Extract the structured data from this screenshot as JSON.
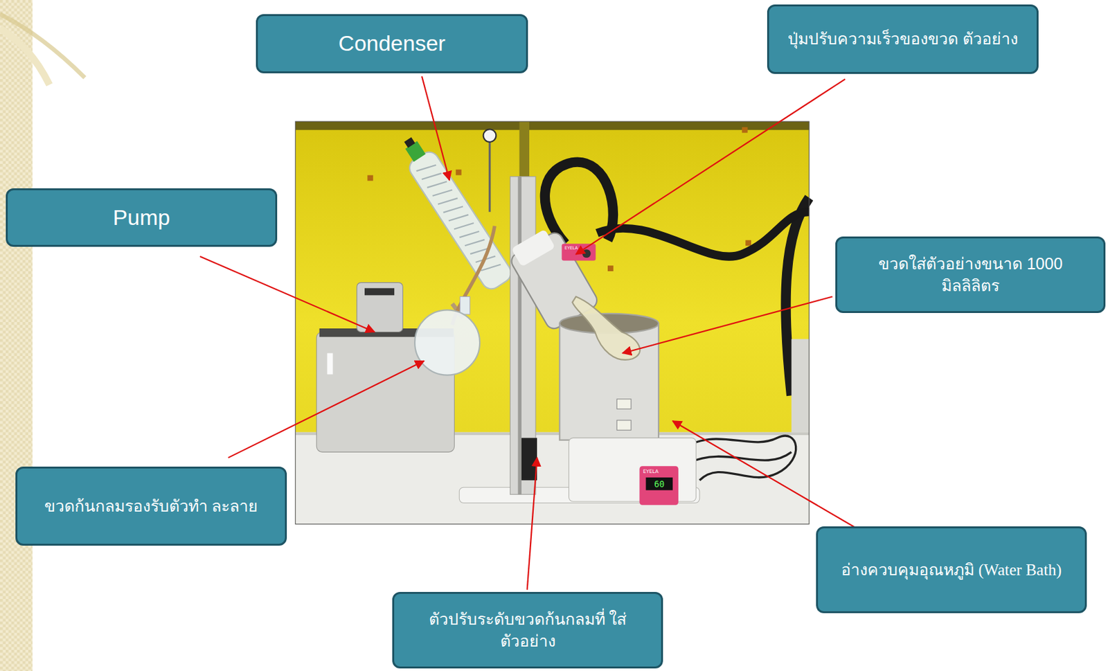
{
  "diagram": {
    "nodes": [
      {
        "text": [
          "Condenser"
        ]
      },
      {
        "text": [
          "ปุ่มปรับความเร็วของขวด ตัวอย่าง"
        ]
      },
      {
        "text": [
          "Pump"
        ]
      },
      {
        "text": [
          "ขวดใส่ตัวอย่างขนาด 1000 มิลลิลิตร"
        ]
      },
      {
        "text": [
          "ขวดก้นกลมรองรับตัวทำ ละลาย"
        ]
      },
      {
        "text": [
          "อ่างควบคุมอุณหภูมิ (Water Bath)"
        ]
      },
      {
        "text": [
          "ตัวปรับระดับขวดก้นกลมที่ ใส่ตัวอย่าง"
        ]
      }
    ],
    "labels": [
      "EYELA",
      "EYELA",
      "60"
    ]
  }
}
